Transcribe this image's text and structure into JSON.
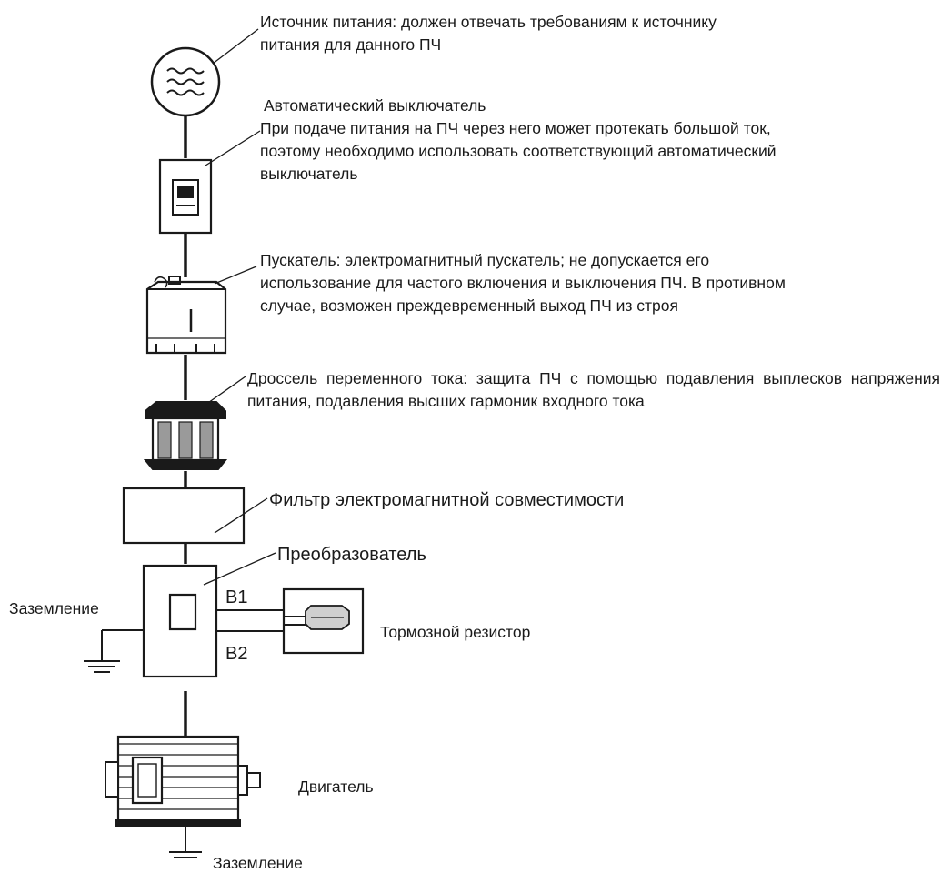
{
  "labels": {
    "power_source": {
      "lines": [
        "Источник питания: должен отвечать требованиям к источнику",
        "питания для данного ПЧ"
      ]
    },
    "breaker": {
      "title": "Автоматический выключатель",
      "lines": [
        "При подаче питания на ПЧ через него может протекать большой ток,",
        "поэтому необходимо использовать соответствующий автоматический",
        "выключатель"
      ]
    },
    "contactor": {
      "lines": [
        "Пускатель: электромагнитный пускатель; не допускается его",
        "использование для частого включения и выключения ПЧ. В противном",
        "случае, возможен преждевременный выход ПЧ из строя"
      ]
    },
    "reactor": {
      "text": "Дроссель переменного тока: защита ПЧ с помощью подавления выплесков напряжения питания, подавления высших гармоник входного тока"
    },
    "emc_filter": "Фильтр электромагнитной совместимости",
    "inverter": "Преобразователь",
    "terminal_b1": "B1",
    "terminal_b2": "B2",
    "ground_inverter": "Заземление",
    "brake_resistor": "Тормозной резистор",
    "motor": "Двигатель",
    "ground_motor": "Заземление"
  }
}
